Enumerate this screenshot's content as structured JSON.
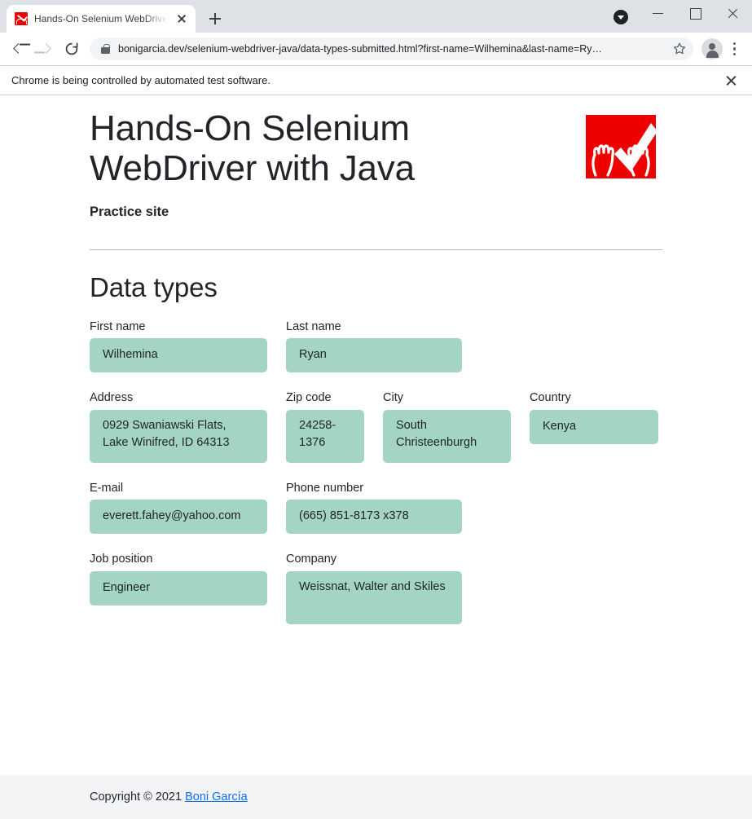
{
  "browser": {
    "tab": {
      "title": "Hands-On Selenium WebDriver w",
      "favicon_name": "site-favicon",
      "close_label": "×"
    },
    "new_tab_label": "+",
    "window_controls": {
      "minimize": "–",
      "maximize": "□",
      "close": "×"
    },
    "download_indicator": "download-chip",
    "toolbar": {
      "back": "Back",
      "forward": "Forward",
      "reload": "Reload",
      "lock_icon": "secure-lock-icon",
      "url": "bonigarcia.dev/selenium-webdriver-java/data-types-submitted.html?first-name=Wilhemina&last-name=Ry…",
      "bookmark": "Bookmark this tab",
      "profile": "Profile",
      "menu": "Customize and control Google Chrome"
    },
    "infobar": {
      "message": "Chrome is being controlled by automated test software.",
      "close_label": "×"
    }
  },
  "page": {
    "title": "Hands-On Selenium WebDriver with Java",
    "subtitle": "Practice site",
    "logo_name": "hands-on-selenium-logo",
    "section_title": "Data types",
    "rows": [
      {
        "fields": [
          {
            "key": "first-name",
            "label": "First name",
            "value": "Wilhemina"
          },
          {
            "key": "last-name",
            "label": "Last name",
            "value": "Ryan"
          }
        ]
      },
      {
        "fields": [
          {
            "key": "address",
            "label": "Address",
            "value": "0929 Swaniawski Flats, Lake Winifred, ID 64313"
          },
          {
            "key": "zip-code",
            "label": "Zip code",
            "value": "24258-1376"
          },
          {
            "key": "city",
            "label": "City",
            "value": "South Christeenburgh"
          },
          {
            "key": "country",
            "label": "Country",
            "value": "Kenya"
          }
        ]
      },
      {
        "fields": [
          {
            "key": "e-mail",
            "label": "E-mail",
            "value": "everett.fahey@yahoo.com"
          },
          {
            "key": "phone-number",
            "label": "Phone number",
            "value": "(665) 851-8173 x378"
          }
        ]
      },
      {
        "fields": [
          {
            "key": "job-position",
            "label": "Job position",
            "value": "Engineer"
          },
          {
            "key": "company",
            "label": "Company",
            "value": "Weissnat, Walter and Skiles"
          }
        ]
      }
    ],
    "footer": {
      "prefix": "Copyright © 2021 ",
      "link": "Boni García"
    }
  },
  "colors": {
    "logo_red": "#ee0000",
    "field_green": "#a4d5c4",
    "link_blue": "#0d6efd",
    "tabstrip": "#dee1e6",
    "footer_bg": "#f3f4f6"
  }
}
